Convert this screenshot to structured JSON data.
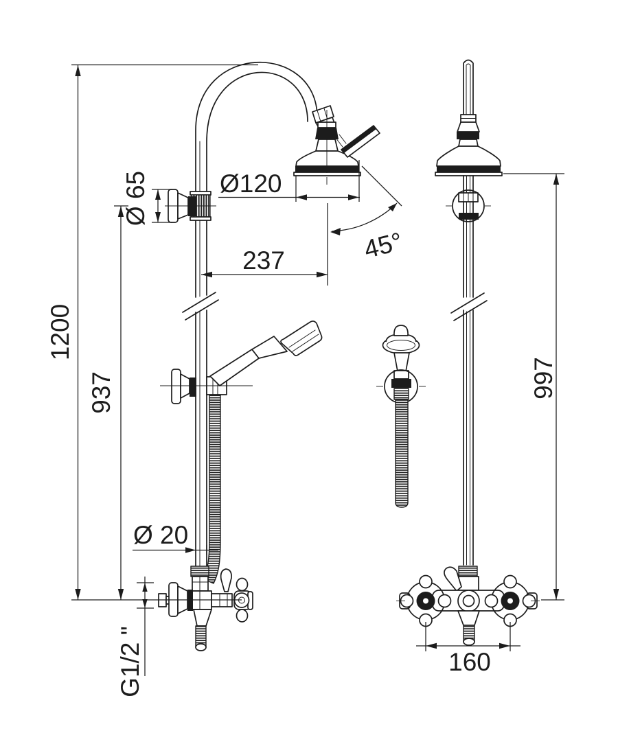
{
  "drawing": {
    "views": {
      "side": {
        "dims": {
          "overall_height": "1200",
          "mixer_to_bracket_height": "937",
          "wall_bracket_diameter": "Ø 65",
          "shower_head_diameter": "Ø120",
          "head_offset_from_column": "237",
          "head_tilt_angle": "45°",
          "riser_tube_diameter": "Ø 20",
          "connection_thread": "G1/2 \""
        }
      },
      "front": {
        "dims": {
          "mixer_to_head_height": "997",
          "connection_centers_distance": "160"
        }
      }
    }
  }
}
